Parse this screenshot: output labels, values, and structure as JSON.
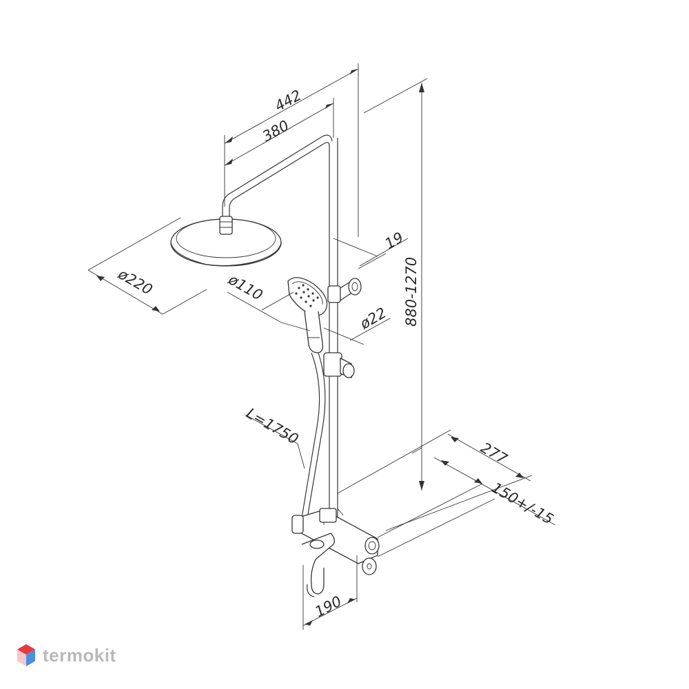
{
  "dimensions": {
    "head_offset_outer": "442",
    "head_offset_inner": "380",
    "head_diameter": "ø220",
    "hand_shower_diameter": "ø110",
    "rail_diameter": "ø22",
    "wall_gap": "19",
    "height_range": "880-1270",
    "hose_length": "L=1750",
    "depth": "277",
    "inlet_spacing": "150+/-15",
    "spout_length": "190"
  },
  "brand": {
    "name": "termokit",
    "logo_colors": [
      "#e9383f",
      "#4a90e2",
      "#f4c7c9"
    ]
  }
}
